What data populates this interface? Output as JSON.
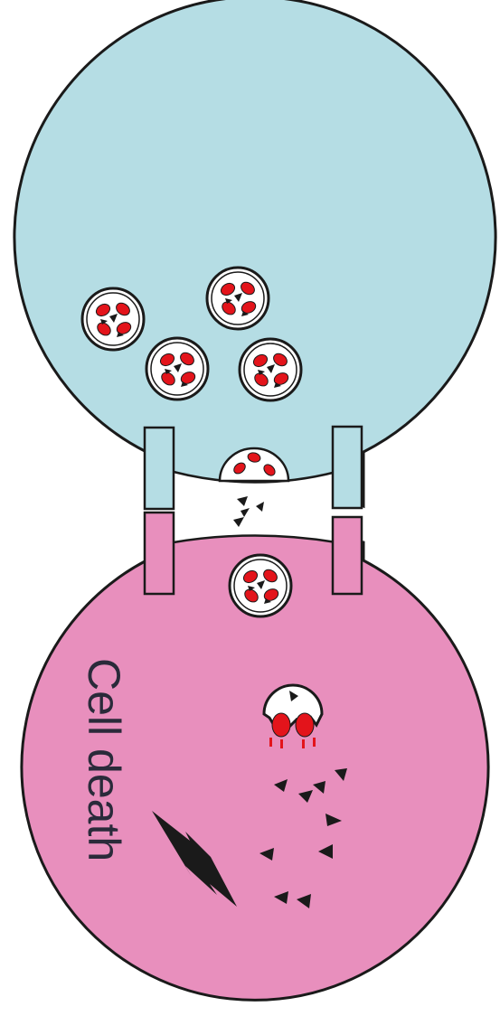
{
  "diagram": {
    "label": "Cell death",
    "colors": {
      "upper_cell": "#b5dde4",
      "lower_cell": "#e88fbd",
      "outline": "#1a1a1a",
      "cargo": "#e3141b",
      "particle": "#1a1a1a",
      "label_text": "#2a2a3a"
    },
    "upper_cell_vesicles": 4,
    "channel_vesicles": 1,
    "lower_cell_vesicles": 1,
    "icons": [
      "vesicle-icon",
      "burst-vesicle-icon",
      "lightning-icon",
      "particle-icon"
    ]
  }
}
